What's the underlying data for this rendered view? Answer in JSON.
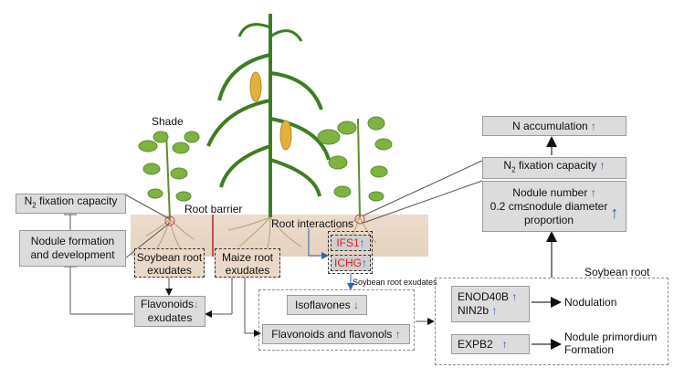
{
  "labels": {
    "shade": "Shade",
    "root_barrier": "Root barrier",
    "root_interactions": "Root interactions",
    "soybean_root": "Soybean root",
    "soybean_root_exudates_small": "Soybean root exudates"
  },
  "left": {
    "n2_fixation_prefix": "N",
    "n2_fixation_sub": "2",
    "n2_fixation_suffix": " fixation capacity",
    "nodule_formation_line1": "Nodule formation",
    "nodule_formation_line2": "and development",
    "soybean_exudates_line1": "Soybean root",
    "soybean_exudates_line2": "exudates",
    "maize_exudates_line1": "Maize root",
    "maize_exudates_line2": "exudates",
    "flavonoids_line1": "Flavonoids",
    "flavonoids_line2": "exudates"
  },
  "genes": {
    "ifs1": "IFS1",
    "ichg": "ICHG"
  },
  "middle": {
    "isoflavones": "Isoflavones",
    "flavonoids_flavonols": "Flavonoids and flavonols"
  },
  "right": {
    "enod40b": "ENOD40B",
    "nin2b": "NIN2b",
    "nodulation": "Nodulation",
    "expb2": "EXPB2",
    "nodule_primordium_line1": "Nodule primordium",
    "nodule_primordium_line2": "Formation",
    "nodule_number": "Nodule number",
    "nodule_diameter_line1": "0.2 cm≤nodule diameter",
    "nodule_diameter_line2": "proportion",
    "n2_fixation_prefix": "N",
    "n2_fixation_sub": "2",
    "n2_fixation_suffix": " fixation capacity",
    "n_accumulation": "N accumulation"
  },
  "colors": {
    "up_arrow": "#2f63b5",
    "down_arrow_pink": "#d05a8a",
    "gene_red": "#e02020",
    "soil": "#e9d7c6",
    "box_fill": "#dcdcdc"
  }
}
